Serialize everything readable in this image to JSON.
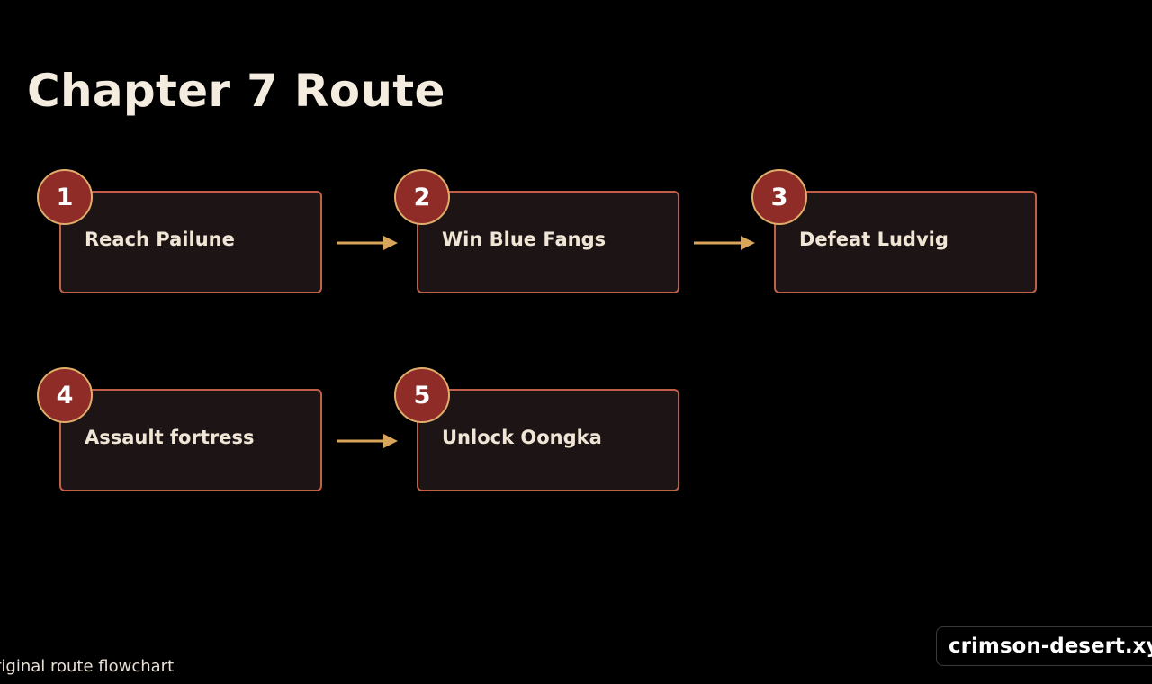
{
  "title": "Chapter 7 Route",
  "steps": [
    {
      "number": "1",
      "label": "Reach Pailune"
    },
    {
      "number": "2",
      "label": "Win Blue Fangs"
    },
    {
      "number": "3",
      "label": "Defeat Ludvig"
    },
    {
      "number": "4",
      "label": "Assault fortress"
    },
    {
      "number": "5",
      "label": "Unlock Oongka"
    }
  ],
  "caption": "riginal route flowchart",
  "watermark": "crimson-desert.xyz",
  "colors": {
    "background": "#000000",
    "box_fill": "#1d1515",
    "box_border": "#c0604a",
    "badge_fill": "#8f2c28",
    "badge_border": "#e0ad6a",
    "arrow": "#d9a55a",
    "text": "#f1e6d6"
  },
  "icons": {
    "connector": "right-arrow-icon"
  }
}
